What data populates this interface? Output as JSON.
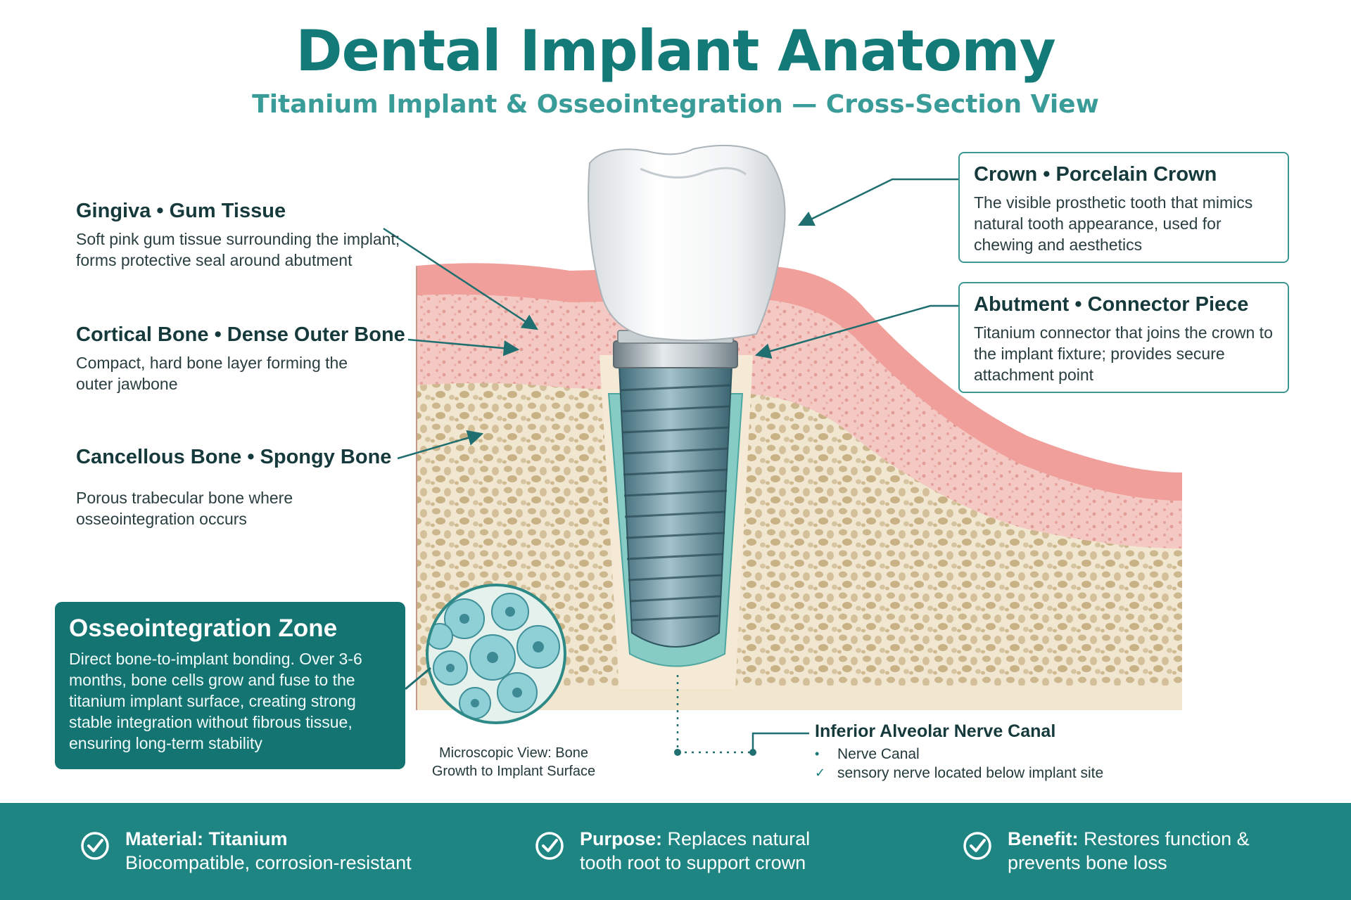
{
  "title": "Dental Implant Anatomy",
  "subtitle": "Titanium Implant & Osseointegration — Cross-Section View",
  "labels": {
    "gingiva": {
      "heading": "Gingiva • Gum Tissue",
      "desc": "Soft pink gum tissue surrounding the implant; forms protective seal around abutment"
    },
    "cortical": {
      "heading": "Cortical Bone • Dense Outer Bone",
      "desc": "Compact, hard bone layer forming the outer jawbone"
    },
    "cancellous": {
      "heading": "Cancellous Bone • Spongy Bone",
      "desc": "Porous trabecular bone where osseointegration occurs"
    },
    "crown": {
      "heading": "Crown • Porcelain Crown",
      "desc": "The visible prosthetic tooth that mimics natural tooth appearance, used for chewing and aesthetics"
    },
    "abutment": {
      "heading": "Abutment • Connector Piece",
      "desc": "Titanium connector that joins the crown to the implant fixture; provides secure attachment point"
    }
  },
  "osseointegration": {
    "heading": "Osseointegration Zone",
    "desc": "Direct bone-to-implant bonding. Over 3-6 months, bone cells grow and fuse to the titanium implant surface, creating strong stable integration without fibrous tissue, ensuring long-term stability"
  },
  "microscopic_caption": "Microscopic View: Bone Growth to Implant Surface",
  "nerve": {
    "heading": "Inferior Alveolar Nerve Canal",
    "items": [
      {
        "marker": "•",
        "text": "Nerve Canal"
      },
      {
        "marker": "✓",
        "text": "sensory nerve located below implant site"
      }
    ]
  },
  "footer": [
    {
      "icon": "check-circle-icon",
      "key": "Material: Titanium",
      "text": "Biocompatible, corrosion-resistant"
    },
    {
      "icon": "check-circle-icon",
      "key": "Purpose:",
      "text": "Replaces natural tooth root to support crown"
    },
    {
      "icon": "check-circle-icon",
      "key": "Benefit:",
      "text": "Restores function & prevents bone loss"
    }
  ],
  "colors": {
    "title": "#137a78",
    "subtitle": "#3a9c98",
    "gum": "#f2a8a4",
    "cortical": "#f6cdc8",
    "cancellous": "#efe3cc",
    "trabecular_pores": "#cbb48a",
    "implant": "#5a8a98",
    "osseo_zone": "#7cc7c0",
    "footer": "#1e8582",
    "osseo_box": "#137472"
  }
}
